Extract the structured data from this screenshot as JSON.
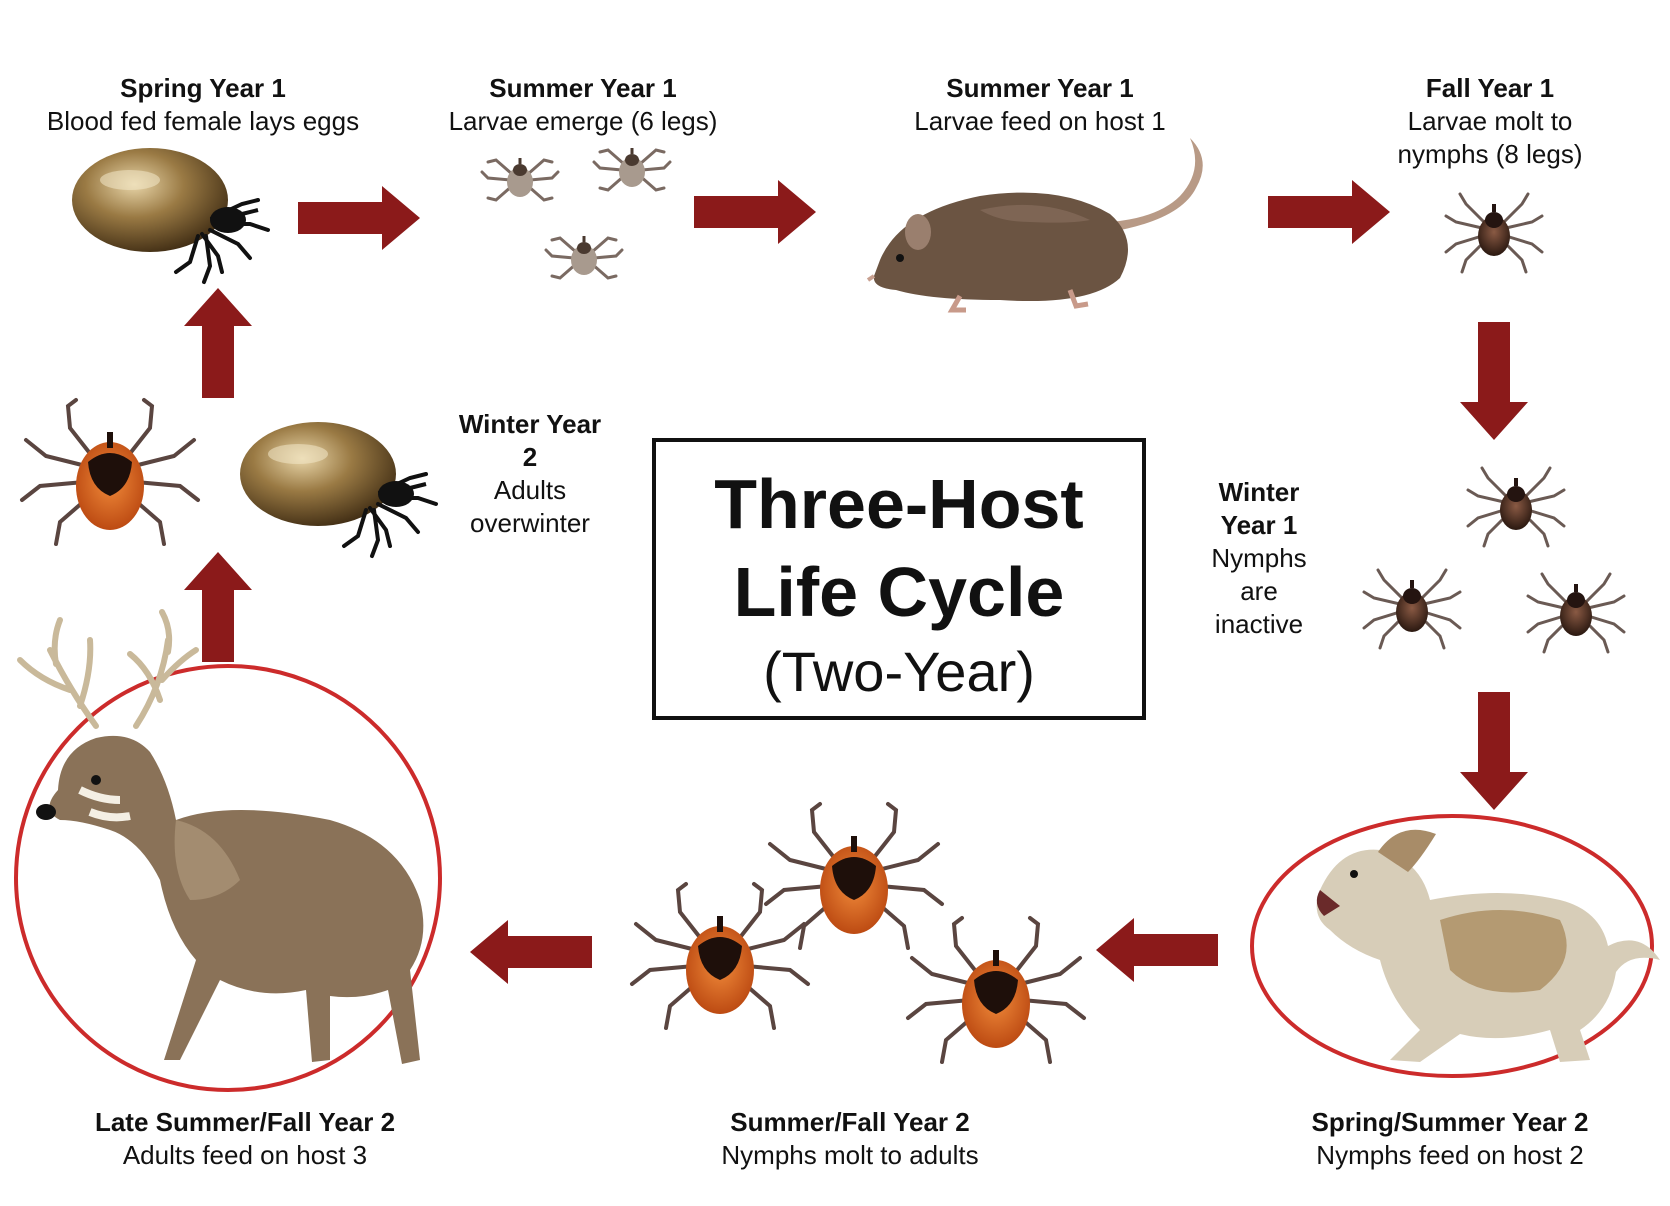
{
  "title": {
    "line1": "Three-Host",
    "line2": "Life Cycle",
    "line3": "(Two-Year)"
  },
  "stages": [
    {
      "id": "spring-y1",
      "title": "Spring Year 1",
      "text": "Blood fed female lays eggs"
    },
    {
      "id": "summer-y1-emerge",
      "title": "Summer Year 1",
      "text": "Larvae emerge (6 legs)"
    },
    {
      "id": "summer-y1-feed",
      "title": "Summer Year 1",
      "text": "Larvae feed on host 1"
    },
    {
      "id": "fall-y1",
      "title": "Fall Year 1",
      "text": "Larvae molt to nymphs (8 legs)"
    },
    {
      "id": "winter-y1",
      "title": "Winter Year 1",
      "text": "Nymphs are inactive"
    },
    {
      "id": "spring-summer-y2",
      "title": "Spring/Summer Year 2",
      "text": "Nymphs feed on host 2"
    },
    {
      "id": "summer-fall-y2",
      "title": "Summer/Fall Year 2",
      "text": "Nymphs molt to adults"
    },
    {
      "id": "late-summer-fall-y2",
      "title": "Late Summer/Fall Year 2",
      "text": "Adults feed on host 3"
    },
    {
      "id": "winter-y2",
      "title": "Winter Year 2",
      "text": "Adults overwinter"
    }
  ],
  "colors": {
    "arrow": "#8b1a1a",
    "circle": "#cc2b2b",
    "tick_body": "#3a2418",
    "tick_abdomen": "#d2611e",
    "engorged": "#8a6b3a"
  },
  "icons": [
    "engorged-tick-icon",
    "larva-icon",
    "rat-icon",
    "nymph-icon",
    "dog-icon",
    "adult-tick-icon",
    "deer-icon",
    "arrow-icon"
  ]
}
